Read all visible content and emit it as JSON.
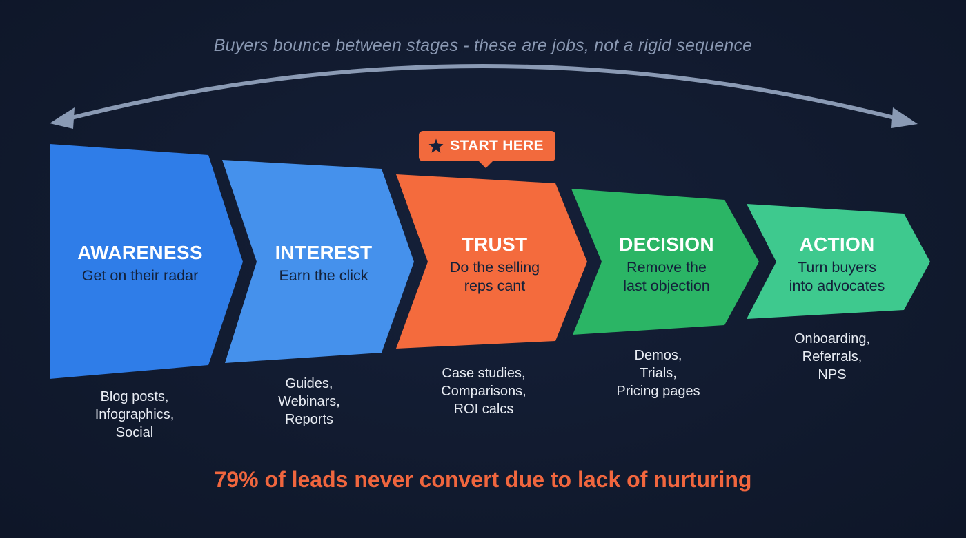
{
  "subtitle": "Buyers bounce between stages - these are jobs, not a rigid sequence",
  "arc_arrow": {
    "icon": "double-headed-curved-arrow-icon",
    "color": "#8a9ab4"
  },
  "badge": {
    "icon": "star-icon",
    "label": "START HERE",
    "color": "#f26a3d",
    "attached_to": "TRUST"
  },
  "stages": [
    {
      "title": "AWARENESS",
      "description": "Get on their radar",
      "description_lines": [
        "Get on their radar"
      ],
      "examples": [
        "Blog posts,",
        "Infographics,",
        "Social"
      ],
      "color": "#2f7de8"
    },
    {
      "title": "INTEREST",
      "description": "Earn the click",
      "description_lines": [
        "Earn the click"
      ],
      "examples": [
        "Guides,",
        "Webinars,",
        "Reports"
      ],
      "color": "#4591ec"
    },
    {
      "title": "TRUST",
      "description": "Do the selling reps cant",
      "description_lines": [
        "Do the selling",
        "reps cant"
      ],
      "examples": [
        "Case studies,",
        "Comparisons,",
        "ROI calcs"
      ],
      "color": "#f46b3d"
    },
    {
      "title": "DECISION",
      "description": "Remove the last objection",
      "description_lines": [
        "Remove the",
        "last objection"
      ],
      "examples": [
        "Demos,",
        "Trials,",
        "Pricing pages"
      ],
      "color": "#2bb565"
    },
    {
      "title": "ACTION",
      "description": "Turn buyers into advocates",
      "description_lines": [
        "Turn buyers",
        "into advocates"
      ],
      "examples": [
        "Onboarding,",
        "Referrals,",
        "NPS"
      ],
      "color": "#3ec98e"
    }
  ],
  "stat": {
    "text": "79% of leads never convert due to lack of nurturing",
    "color": "#f0663e"
  },
  "colors": {
    "background": "#111a2e",
    "subtitle": "#8a98b2",
    "examples_text": "#e8ecf3"
  }
}
